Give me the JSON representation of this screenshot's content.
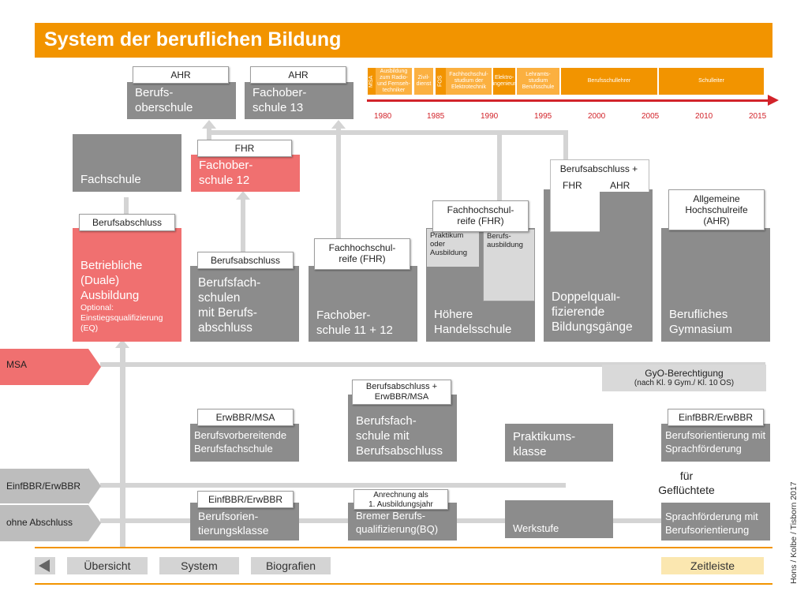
{
  "title": "System der beruflichen Bildung",
  "timeline": {
    "items": [
      "MSA",
      "Ausbildung zum Radio- und Fernseh-techniker",
      "Zivil-dienst",
      "FOS",
      "Fachhochschul-studium der Elektrotechnik",
      "Elektro-ingenieur",
      "Lehramts-studium Berufsschule",
      "Berufsschullehrer",
      "Schulleiter"
    ],
    "years": [
      "1980",
      "1985",
      "1990",
      "1995",
      "2000",
      "2005",
      "2010",
      "2015"
    ]
  },
  "boxes": {
    "berufsoberschule": "Berufs-\noberschule",
    "fachoberschule13": "Fachober-\nschule 13",
    "fachschule": "Fachschule",
    "fachoberschule12": "Fachober-\nschule 12",
    "duale": "Betriebliche\n(Duale)\nAusbildung",
    "duale_optional": "Optional:\nEinstiegsqualifizierung\n(EQ)",
    "berufsfachschulen": "Berufsfach-\nschulen\nmit Berufs-\nabschluss",
    "fos1112": "Fachober-\nschule 11 + 12",
    "handelsschule": "Höhere\nHandelsschule",
    "praktikum": "Praktikum\noder\nAusbildung",
    "berufsausbildung": "Berufs-\nausbildung",
    "doppel": "Doppelquali-\nfizierende\nBildungsgänge",
    "gymnasium": "Berufliches\nGymnasium",
    "bvbfs": "Berufsvorbereitende\nBerufsfachschule",
    "bfs_abschluss": "Berufsfach-\nschule mit\nBerufsabschluss",
    "praktikumsklasse": "Praktikums-\nklasse",
    "orientierung_sprach": "Berufsorientierung mit\nSprachförderung",
    "orientierungsklasse": "Berufsorien-\ntierungsklasse",
    "bq": "Bremer Berufs-\nqualifizierung(BQ)",
    "werkstufe": "Werkstufe",
    "sprach_orient": "Sprachförderung mit\nBerufsorientierung"
  },
  "labels": {
    "ahr1": "AHR",
    "ahr2": "AHR",
    "fhr": "FHR",
    "bab1": "Berufsabschluss",
    "bab2": "Berufsabschluss",
    "fhr_reife1": "Fachhochschul-\nreife (FHR)",
    "fhr_reife2": "Fachhochschul-\nreife (FHR)",
    "bab_plus": "Berufsabschluss +",
    "fhr_small": "FHR",
    "ahr_small": "AHR",
    "ahr_allg": "Allgemeine\nHochschulreife\n(AHR)",
    "gyo": "GyO-Berechtigung",
    "gyo_sub": "(nach Kl. 9 Gym./  Kl. 10 OS)",
    "bab_erw": "Berufsabschluss +\nErwBBR/MSA",
    "erw_msa": "ErwBBR/MSA",
    "einf_erw1": "EinfBBR/ErwBBR",
    "einf_erw2": "EinfBBR/ErwBBR",
    "anrechnung": "Anrechnung als\n1. Ausbildungsjahr",
    "fuer": "für\nGeflüchtete"
  },
  "side": {
    "msa": "MSA",
    "einf": "EinfBBR/ErwBBR",
    "ohne": "ohne Abschluss"
  },
  "nav": {
    "uebersicht": "Übersicht",
    "system": "System",
    "biografien": "Biografien",
    "zeitleiste": "Zeitleiste"
  },
  "credit": "Hons / Kolbe / Tisborn 2017",
  "colors": {
    "orange": "#f29400",
    "red": "#f07070",
    "gray": "#8c8c8c",
    "timeline_arrow": "#d2232a"
  }
}
